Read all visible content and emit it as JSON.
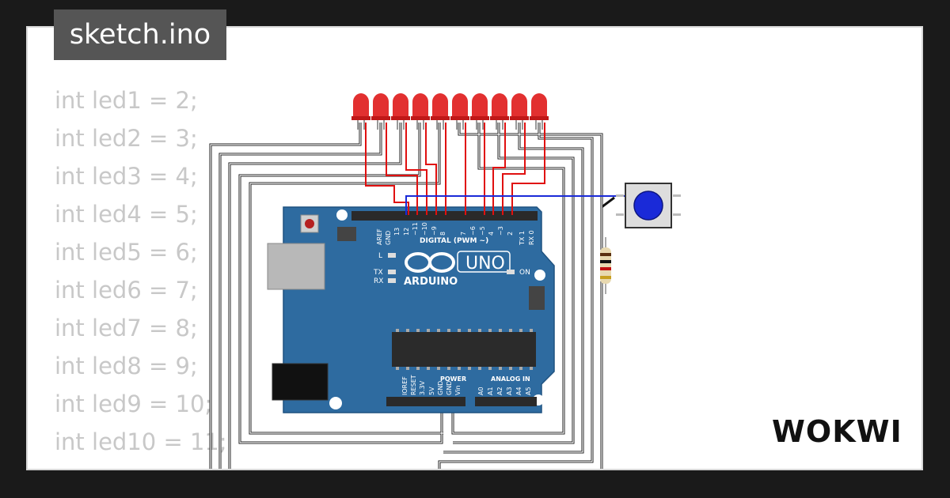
{
  "file_tab": {
    "label": "sketch.ino"
  },
  "code_lines": [
    "int led1 = 2;",
    "int led2 = 3;",
    "int led3 = 4;",
    "int led4 = 5;",
    "int led5 = 6;",
    "int led6 = 7;",
    "int led7 = 8;",
    "int led8 = 9;",
    "int led9 = 10;",
    "int led10 = 11;"
  ],
  "board": {
    "brand": "ARDUINO",
    "model": "UNO",
    "digital_header": "DIGITAL (PWM ~)",
    "power_header": "POWER",
    "analog_header": "ANALOG IN",
    "on_label": "ON",
    "l_label": "L",
    "tx_label": "TX",
    "rx_label": "RX",
    "top_pins": [
      "AREF",
      "GND",
      "13",
      "12",
      "~11",
      "~10",
      "~9",
      "8",
      "7",
      "~6",
      "~5",
      "4",
      "~3",
      "2",
      "TX 1",
      "RX 0"
    ],
    "bottom_pins": [
      "IOREF",
      "RESET",
      "3.3V",
      "5V",
      "GND",
      "GND",
      "Vin",
      "A0",
      "A1",
      "A2",
      "A3",
      "A4",
      "A5"
    ]
  },
  "components": {
    "led_count": 10,
    "led_color": "#e23030",
    "button_color": "#1a2ad8",
    "board_color": "#2e6ba0"
  },
  "brand_mark": {
    "text": "WOKWI"
  },
  "colors": {
    "background": "#1a1a1a",
    "card": "#ffffff",
    "tab": "#555555",
    "code_text": "#c8c8c8",
    "wire_red": "#e01010",
    "wire_blue": "#1a2ad8"
  }
}
